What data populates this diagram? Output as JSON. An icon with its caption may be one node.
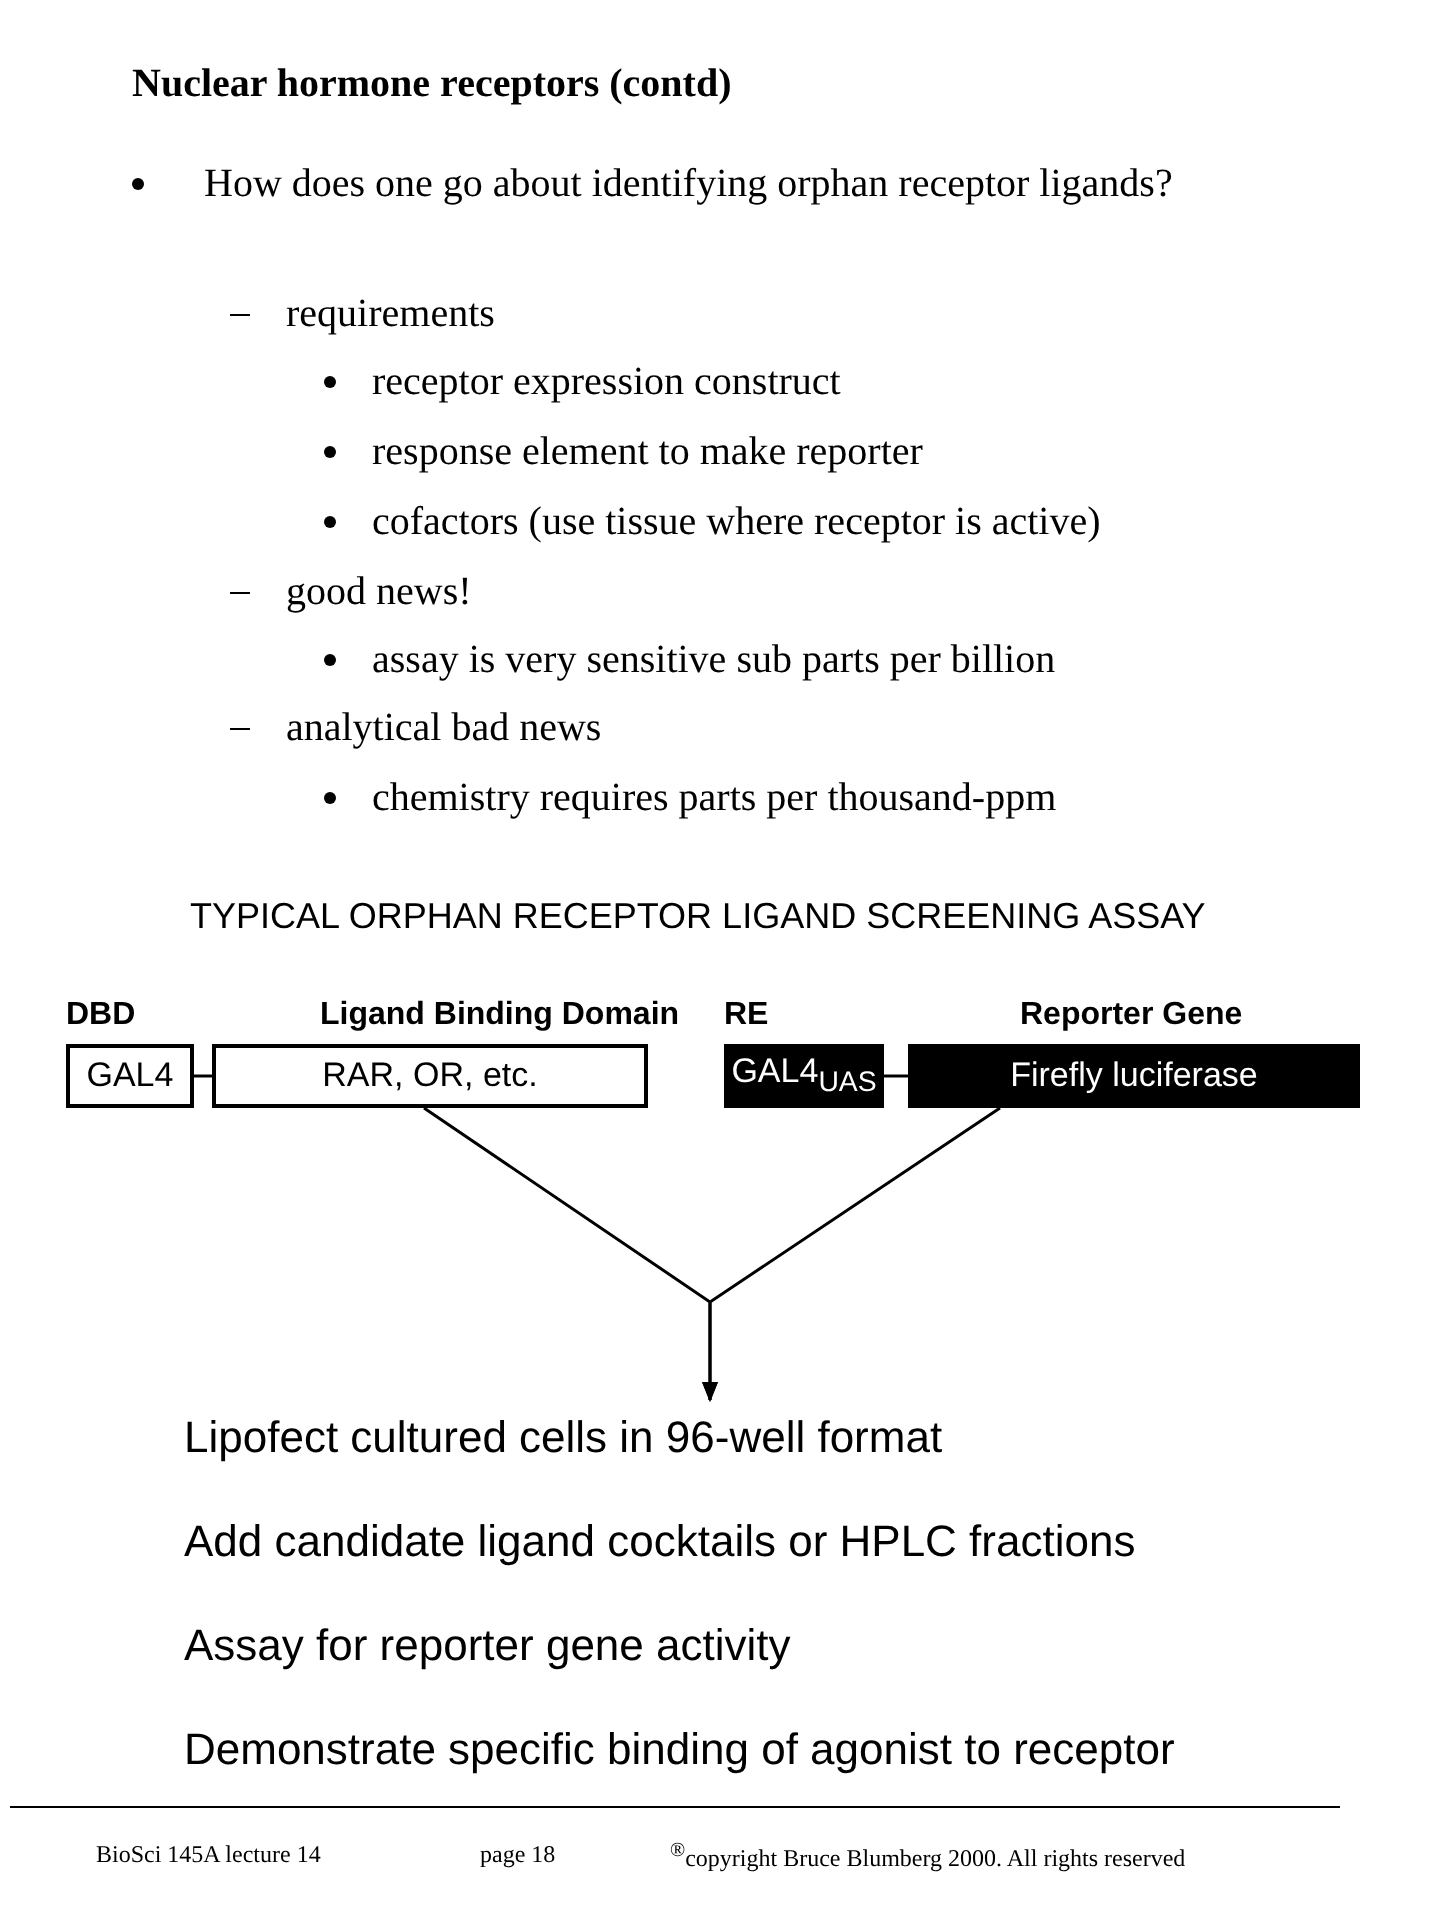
{
  "diagram": {
    "title": "Nuclear hormone receptors (contd)",
    "nodes": [
      {
        "text": [
          "GAL4"
        ],
        "beside": [
          "DBD"
        ]
      },
      {
        "text": [
          "RAR, OR, etc."
        ],
        "beside": [
          "Ligand Binding Domain"
        ]
      },
      {
        "text": [
          "GAL4$_{UAS}$"
        ],
        "beside": [
          "RE"
        ]
      },
      {
        "text": [
          "Firefly luciferase"
        ],
        "beside": [
          "Reporter Gene"
        ]
      },
      {
        "text": [
          "Lipofect cultured cells in 96-well format",
          "Add candidate ligand cocktails or HPLC fractions",
          "Assay for reporter gene activity",
          "Demonstrate specific binding of agonist to receptor"
        ]
      }
    ],
    "edges": [
      {
        "from": 0,
        "to": 1,
        "arrow": "none"
      },
      {
        "from": 2,
        "to": 3,
        "arrow": "none"
      },
      {
        "from": 1,
        "to": 4,
        "arrow": "to"
      },
      {
        "from": 3,
        "to": 4,
        "arrow": "to"
      }
    ],
    "labels": [
      "How does one go about identifying orphan receptor ligands?",
      "requirements",
      "receptor expression construct",
      "response element to make reporter",
      "cofactors (use tissue where receptor is active)",
      "good news!",
      "assay is very sensitive sub parts per billion",
      "analytical bad news",
      "chemistry requires parts per thousand-ppm",
      "TYPICAL ORPHAN RECEPTOR LIGAND SCREENING ASSAY",
      "BioSci 145A lecture 14",
      "page 18",
      "$^{®}$copyright Bruce Blumberg 2000. All rights reserved"
    ]
  }
}
